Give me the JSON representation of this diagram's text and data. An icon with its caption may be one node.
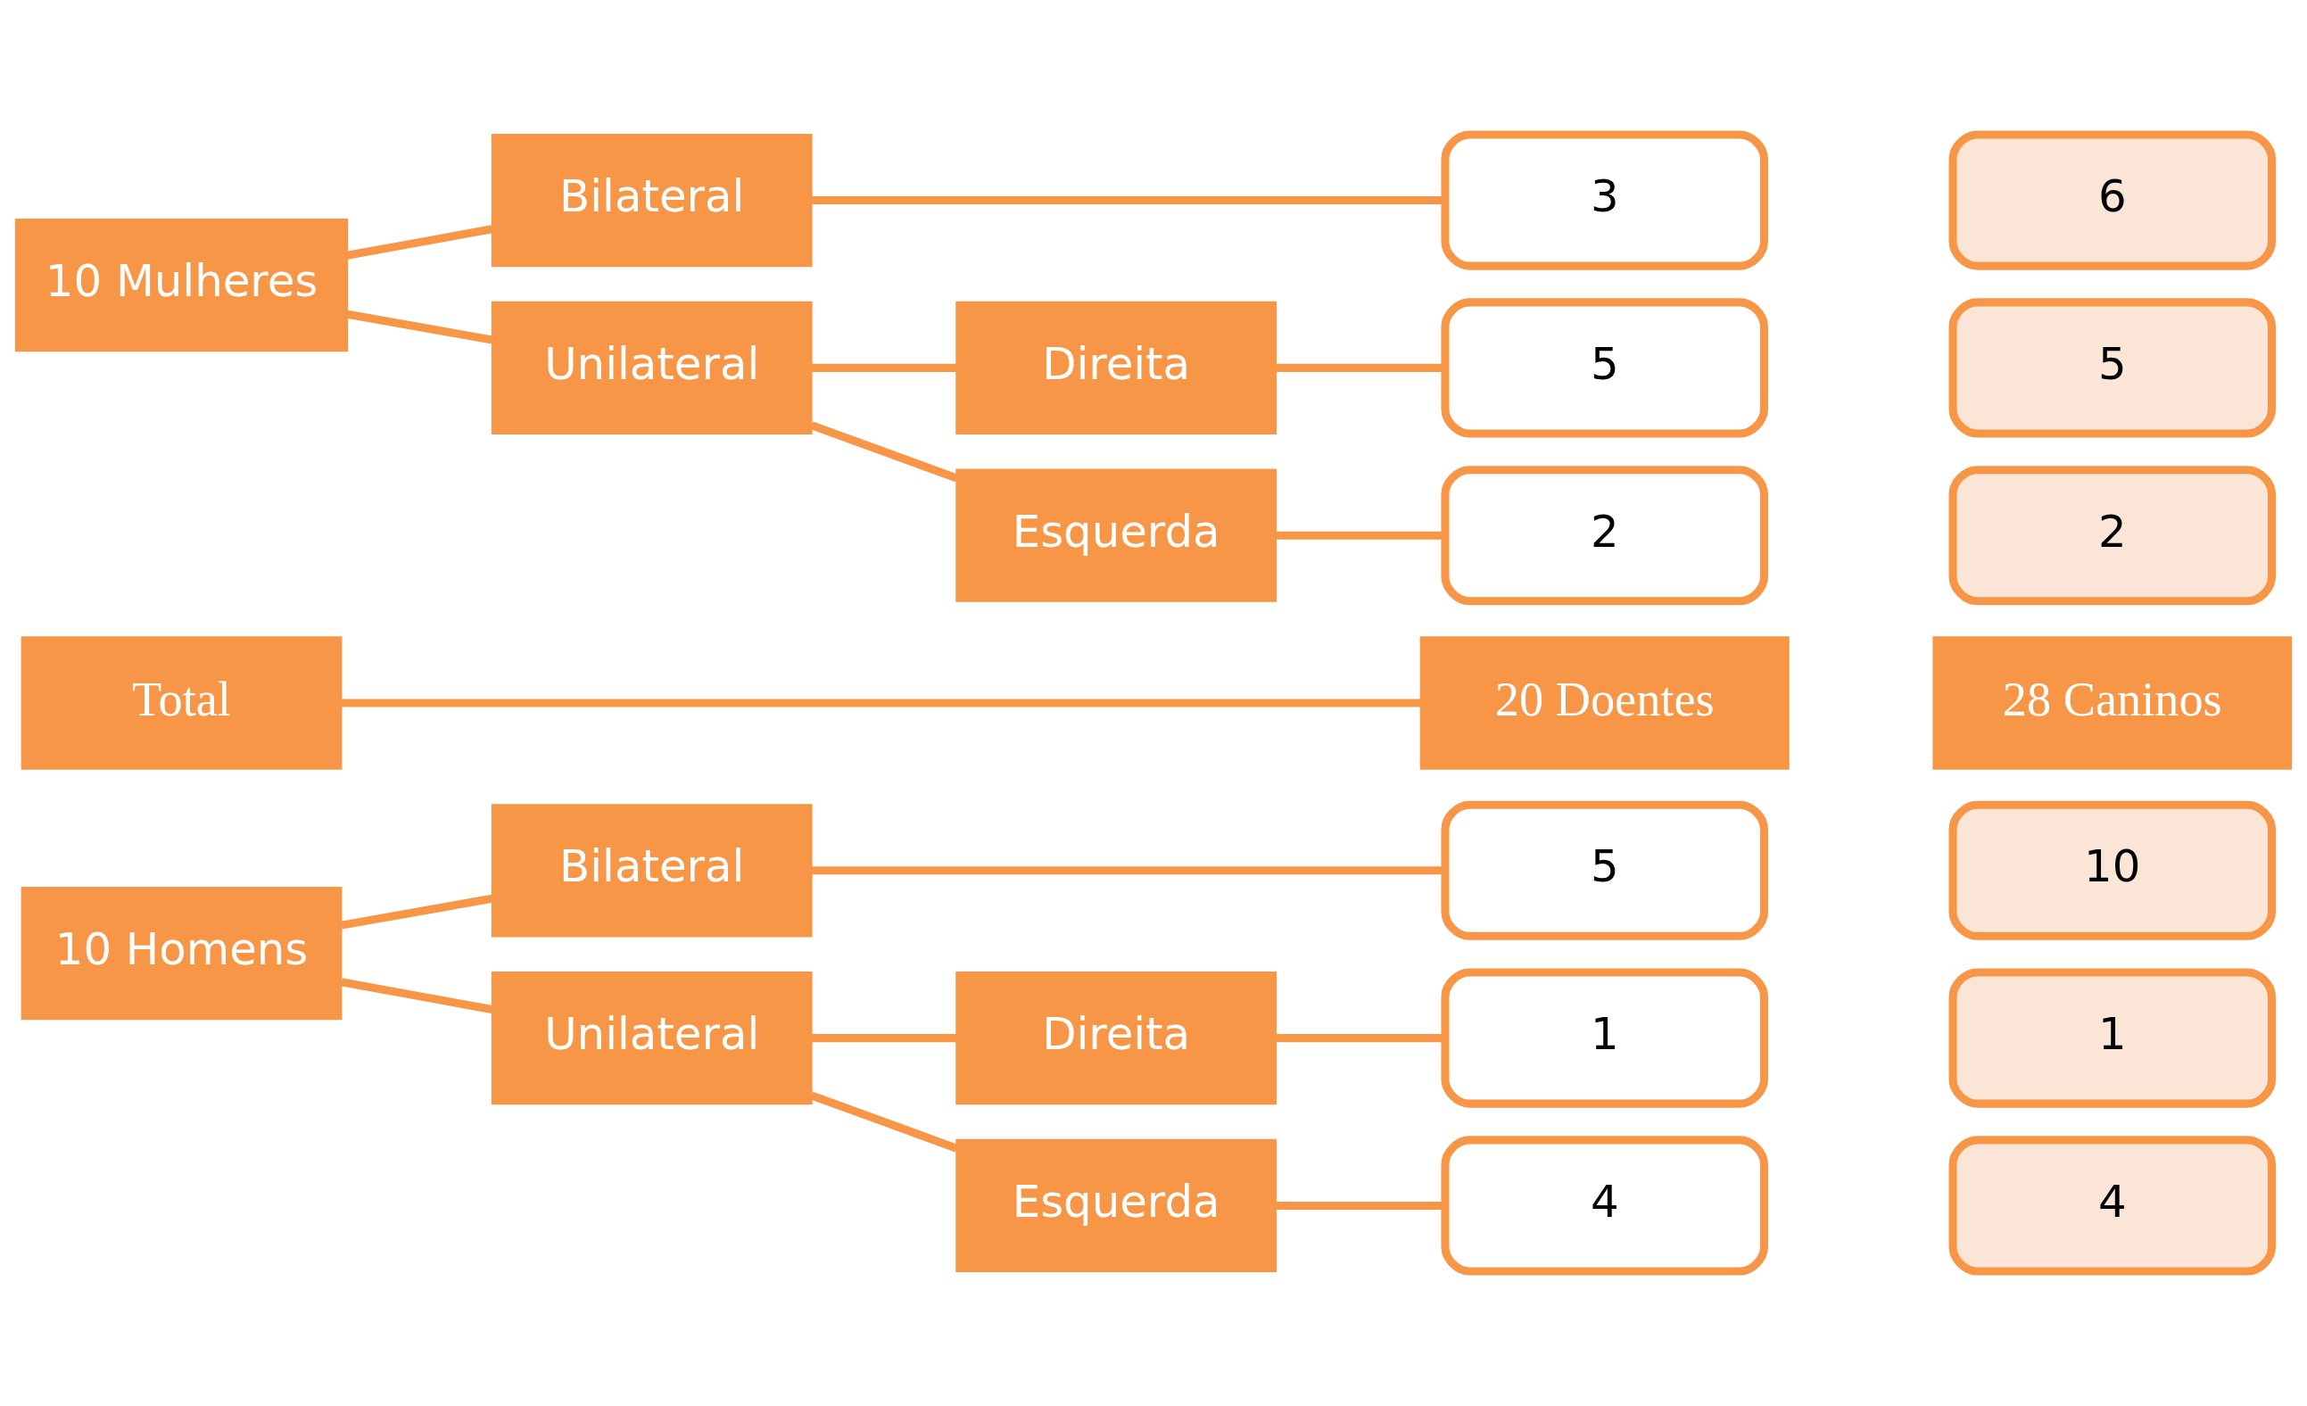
{
  "diagram": {
    "nodes": [
      {
        "text": [
          "10 Homens"
        ]
      },
      {
        "text": [
          "Bilateral"
        ]
      },
      {
        "text": [
          "Unilateral"
        ]
      },
      {
        "text": [
          "Direita"
        ]
      },
      {
        "text": [
          "Esquerda"
        ]
      },
      {
        "text": [
          "10 Mulheres"
        ]
      },
      {
        "text": [
          "Bilateral"
        ]
      },
      {
        "text": [
          "Unilateral"
        ]
      },
      {
        "text": [
          "Direita"
        ]
      },
      {
        "text": [
          "Esquerda"
        ]
      },
      {
        "text": [
          "5"
        ]
      },
      {
        "text": [
          "1"
        ]
      },
      {
        "text": [
          "4"
        ]
      },
      {
        "text": [
          "3"
        ]
      },
      {
        "text": [
          "5"
        ]
      },
      {
        "text": [
          "2"
        ]
      },
      {
        "text": [
          "10"
        ]
      },
      {
        "text": [
          "1"
        ]
      },
      {
        "text": [
          "4"
        ]
      },
      {
        "text": [
          "6"
        ]
      },
      {
        "text": [
          "5"
        ]
      },
      {
        "text": [
          "2"
        ]
      },
      {
        "text": [
          "Total"
        ]
      },
      {
        "text": [
          "20 Doentes"
        ]
      },
      {
        "text": [
          "28 Caninos"
        ]
      }
    ],
    "edges": [
      {
        "from": 0,
        "to": 1,
        "arrow": "none"
      },
      {
        "from": 0,
        "to": 2,
        "arrow": "none"
      },
      {
        "from": 1,
        "to": 10,
        "arrow": "none"
      },
      {
        "from": 2,
        "to": 3,
        "arrow": "none"
      },
      {
        "from": 2,
        "to": 4,
        "arrow": "none"
      },
      {
        "from": 3,
        "to": 11,
        "arrow": "none"
      },
      {
        "from": 4,
        "to": 12,
        "arrow": "none"
      },
      {
        "from": 5,
        "to": 6,
        "arrow": "none"
      },
      {
        "from": 5,
        "to": 7,
        "arrow": "none"
      },
      {
        "from": 6,
        "to": 13,
        "arrow": "none"
      },
      {
        "from": 7,
        "to": 8,
        "arrow": "none"
      },
      {
        "from": 7,
        "to": 9,
        "arrow": "none"
      },
      {
        "from": 8,
        "to": 14,
        "arrow": "none"
      },
      {
        "from": 9,
        "to": 15,
        "arrow": "none"
      },
      {
        "from": 22,
        "to": 23,
        "arrow": "none"
      }
    ]
  }
}
